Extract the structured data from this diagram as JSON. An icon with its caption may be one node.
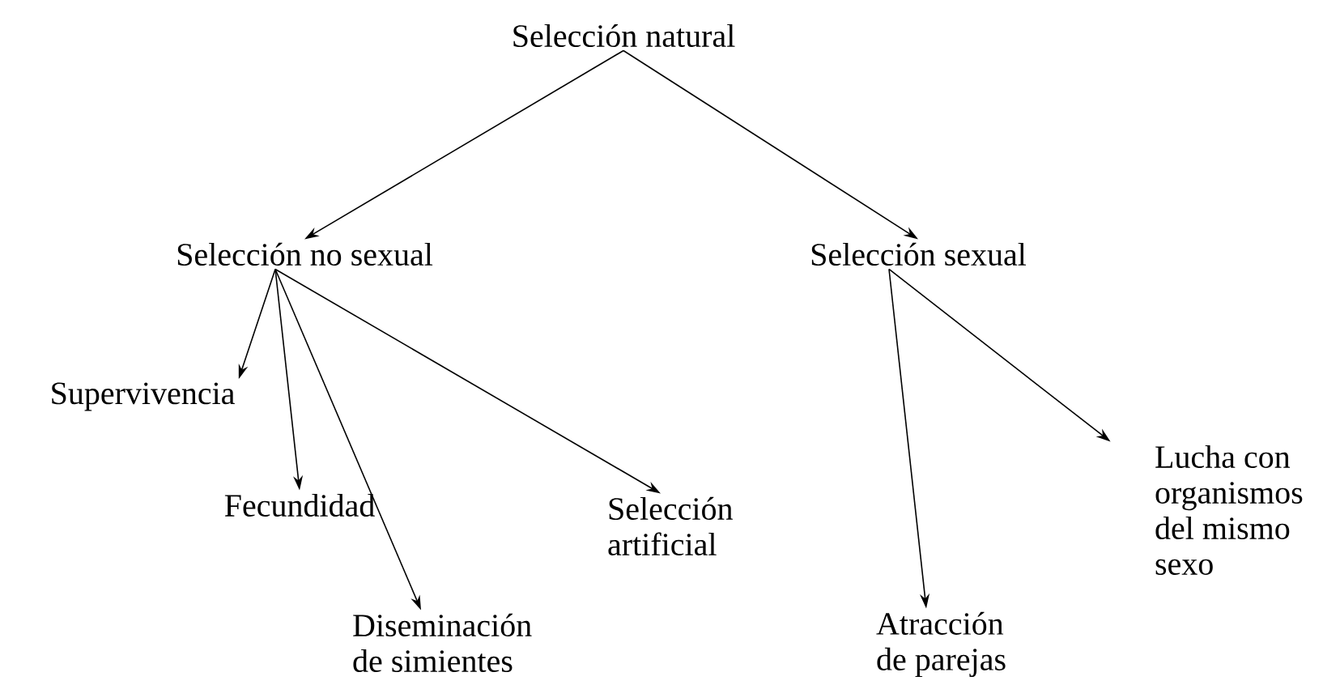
{
  "diagram": {
    "nodes": [
      {
        "text": [
          "Selección natural"
        ]
      },
      {
        "text": [
          "Selección no sexual"
        ]
      },
      {
        "text": [
          "Selección sexual"
        ]
      },
      {
        "text": [
          "Supervivencia"
        ]
      },
      {
        "text": [
          "Fecundidad"
        ]
      },
      {
        "text": [
          "Diseminación de simientes"
        ]
      },
      {
        "text": [
          "Selección artificial"
        ]
      },
      {
        "text": [
          "Atracción de parejas"
        ]
      },
      {
        "text": [
          "Lucha con organismos del mismo sexo"
        ]
      }
    ],
    "edges": [
      {
        "from": 0,
        "to": 1,
        "arrow": "to"
      },
      {
        "from": 0,
        "to": 2,
        "arrow": "to"
      },
      {
        "from": 1,
        "to": 3,
        "arrow": "to"
      },
      {
        "from": 1,
        "to": 4,
        "arrow": "to"
      },
      {
        "from": 1,
        "to": 5,
        "arrow": "to"
      },
      {
        "from": 1,
        "to": 6,
        "arrow": "to"
      },
      {
        "from": 2,
        "to": 7,
        "arrow": "to"
      },
      {
        "from": 2,
        "to": 8,
        "arrow": "to"
      }
    ]
  }
}
